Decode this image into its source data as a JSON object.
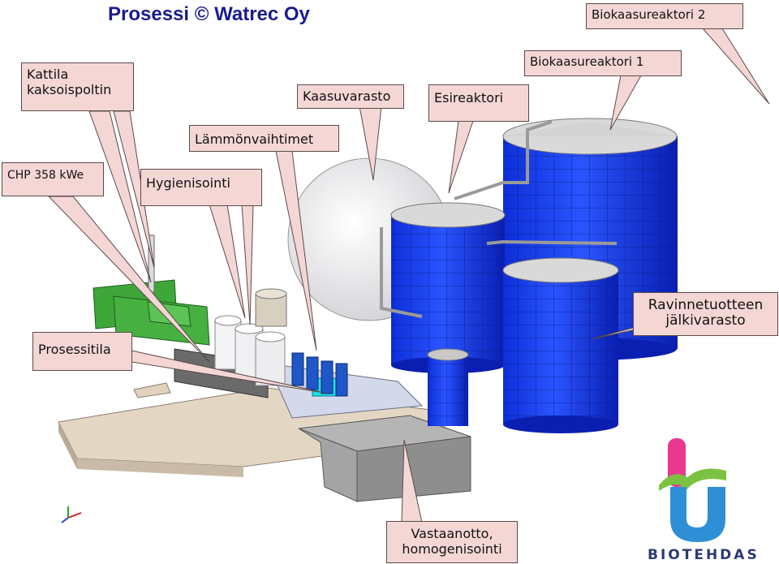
{
  "title": {
    "text": "Prosessi © Watrec Oy"
  },
  "labels": {
    "biokaasureaktori_2": "Biokaasureaktori 2",
    "biokaasureaktori_1": "Biokaasureaktori 1",
    "kattila": [
      "Kattila",
      "kaksoispoltin"
    ],
    "kaasuvarasto": "Kaasuvarasto",
    "esireaktori": "Esireaktori",
    "lammonvaihtimet": "Lämmönvaihtimet",
    "chp": "CHP 358 kWe",
    "hygienisointi": "Hygienisointi",
    "ravinnetuotteen": [
      "Ravinnetuotteen",
      "jälkivarasto"
    ],
    "prosessitila": "Prosessitila",
    "vastaanotto": [
      "Vastaanotto,",
      "homogenisointi"
    ]
  },
  "logo": {
    "text": "BIOTEHDAS"
  },
  "colors": {
    "tank_blue": "#1a3ef0",
    "callout_fill": "#f4d7d5",
    "title_blue": "#1a1c8c",
    "logo_pink": "#e8388f",
    "logo_green": "#7cc242",
    "logo_blue": "#2f8fd6"
  }
}
